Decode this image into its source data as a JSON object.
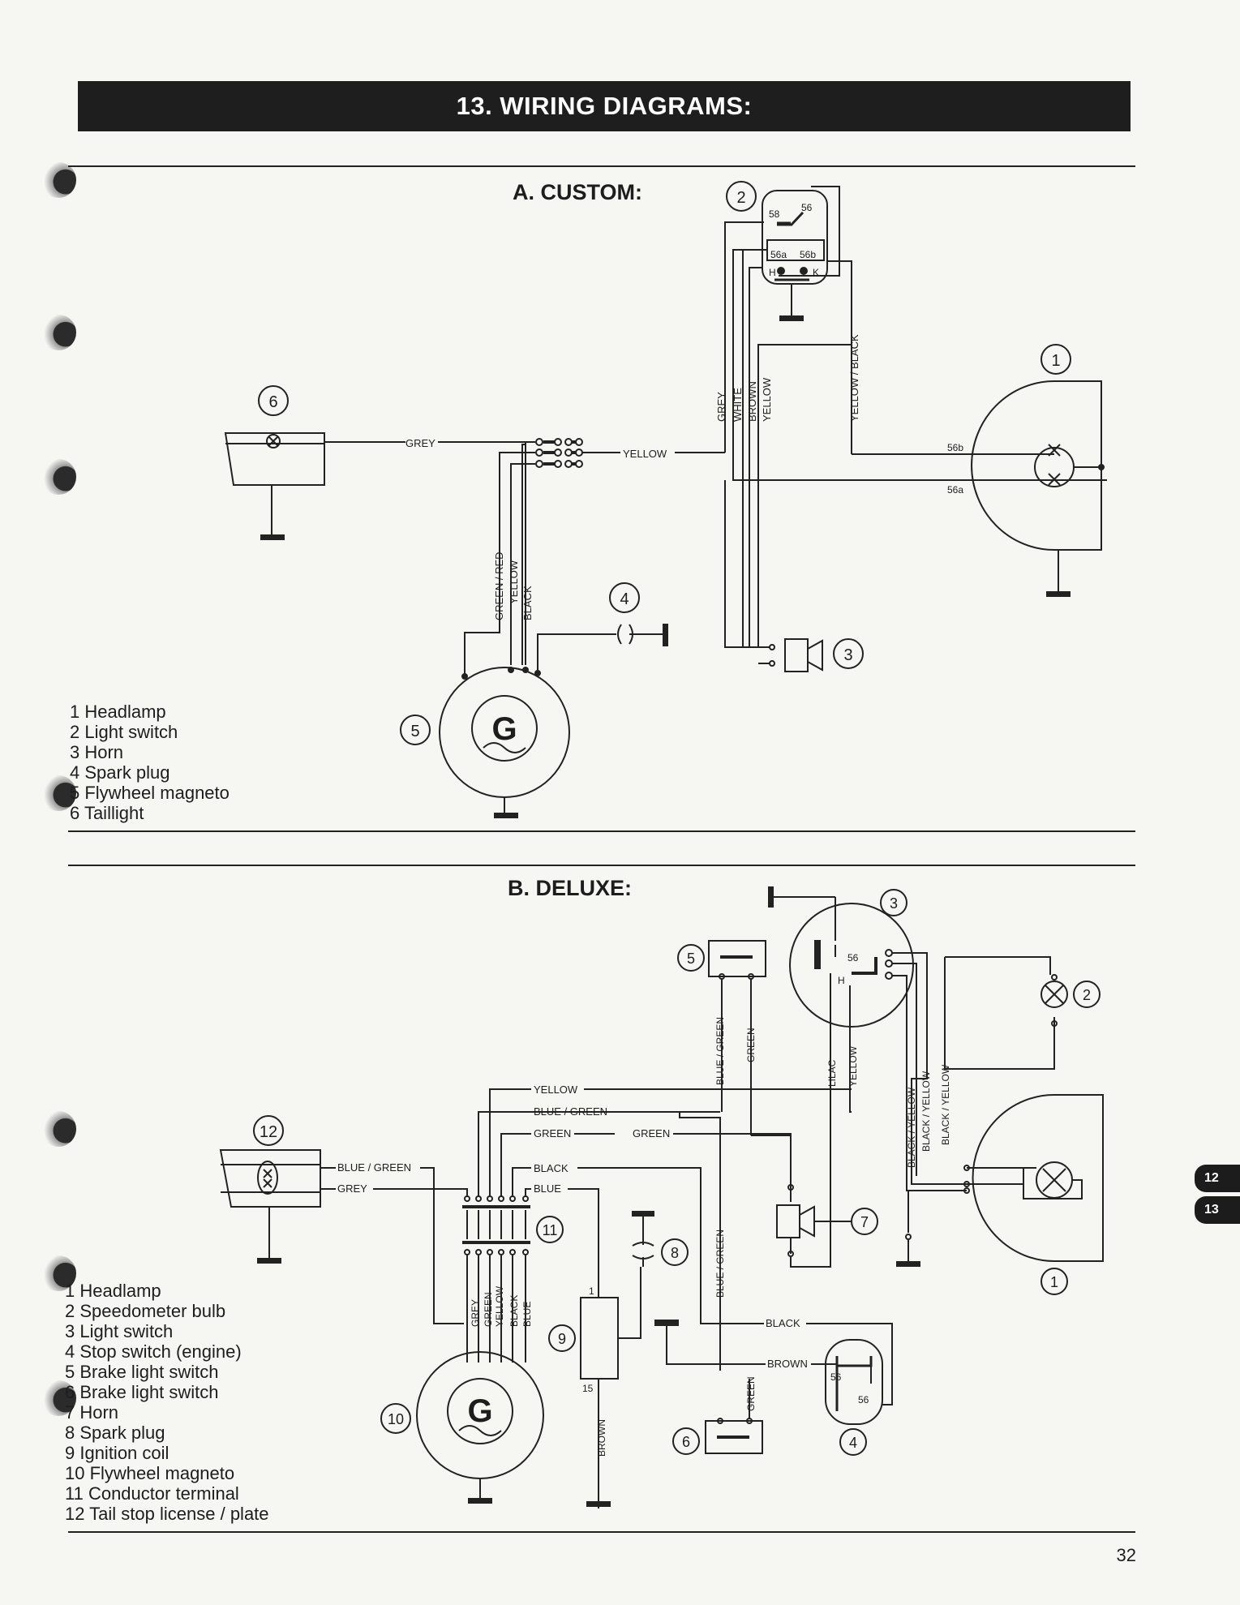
{
  "header": {
    "title": "13. WIRING DIAGRAMS:"
  },
  "custom": {
    "title": "A. CUSTOM:",
    "legend": [
      "1 Headlamp",
      "2 Light switch",
      "3 Horn",
      "4 Spark plug",
      "5 Flywheel magneto",
      "6 Taillight"
    ],
    "numbers": [
      "1",
      "2",
      "3",
      "4",
      "5",
      "6"
    ],
    "wires": {
      "grey": "GREY",
      "yellow": "YELLOW",
      "green_red": "GREEN / RED",
      "yellow_v": "YELLOW",
      "black_v": "BLACK",
      "grey_v": "GREY",
      "white": "WHITE",
      "brown": "BROWN",
      "yellow_v2": "YELLOW",
      "yellow_black": "YELLOW / BLACK"
    },
    "terminals": {
      "t58": "58",
      "t56": "56",
      "t56a": "56a",
      "t56b": "56b",
      "h": "H",
      "k": "K",
      "hl56b": "56b",
      "hl56a": "56a"
    },
    "generator": "G"
  },
  "deluxe": {
    "title": "B. DELUXE:",
    "legend": [
      "1 Headlamp",
      "2 Speedometer bulb",
      "3 Light switch",
      "4 Stop switch (engine)",
      "5 Brake light switch",
      "6 Brake light switch",
      "7 Horn",
      "8 Spark plug",
      "9 Ignition coil",
      "10 Flywheel magneto",
      "11 Conductor terminal",
      "12 Tail stop license / plate"
    ],
    "numbers": [
      "1",
      "2",
      "3",
      "4",
      "5",
      "6",
      "7",
      "8",
      "9",
      "10",
      "11",
      "12"
    ],
    "wires": {
      "yellow": "YELLOW",
      "blue_green": "BLUE / GREEN",
      "green": "GREEN",
      "green2": "GREEN",
      "black": "BLACK",
      "blue": "BLUE",
      "blue_green_tail": "BLUE / GREEN",
      "grey_tail": "GREY",
      "black_lower": "BLACK",
      "brown_lower": "BROWN",
      "v_blue_green": "BLUE / GREEN",
      "v_green": "GREEN",
      "v_lilac": "LILAC",
      "v_yellow": "YELLOW",
      "v_black_yellow1": "BLACK / YELLOW",
      "v_black_yellow2": "BLACK / YELLOW",
      "v_black_yellow3": "BLACK / YELLOW",
      "v_grey": "GREY",
      "v_green2": "GREEN",
      "v_yellow2": "YELLOW",
      "v_black2": "BLACK",
      "v_blue2": "BLUE",
      "v_blue_green2": "BLUE / GREEN",
      "v_green3": "GREEN",
      "v_brown": "BROWN"
    },
    "terminals": {
      "t56": "56",
      "h": "H",
      "c1": "1",
      "c15": "15",
      "s56a": "56",
      "s56b": "56"
    },
    "generator": "G"
  },
  "tabs": [
    "12",
    "13"
  ],
  "page_number": "32"
}
